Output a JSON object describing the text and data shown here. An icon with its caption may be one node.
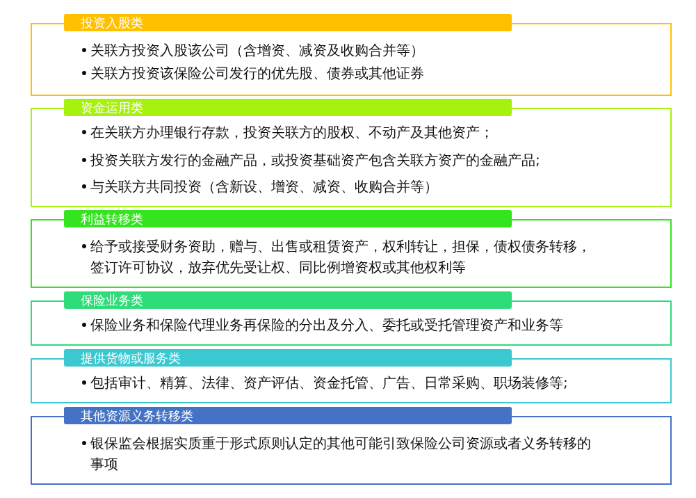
{
  "diagram": {
    "nodes": [
      {
        "text": [
          "投资入股类",
          "关联方投资入股该公司（含增资、减资及收购合并等）",
          "关联方投资该保险公司发行的优先股、债券或其他证券"
        ]
      },
      {
        "text": [
          "资金运用类",
          "在关联方办理银行存款，投资关联方的股权、不动产及其他资产；",
          "投资关联方发行的金融产品，或投资基础资产包含关联方资产的金融产品;",
          "与关联方共同投资（含新设、增资、减资、收购合并等）"
        ]
      },
      {
        "text": [
          "利益转移类",
          "给予或接受财务资助，赠与、出售或租赁资产，权利转让，担保，债权债务转移，签订许可协议，放弃优先受让权、同比例增资权或其他权利等"
        ]
      },
      {
        "text": [
          "保险业务类",
          "保险业务和保险代理业务再保险的分出及分入、委托或受托管理资产和业务等"
        ]
      },
      {
        "text": [
          "提供货物或服务类",
          "包括审计、精算、法律、资产评估、资金托管、广告、日常采购、职场装修等;"
        ]
      },
      {
        "text": [
          "其他资源义务转移类",
          "银保监会根据实质重于形式原则认定的其他可能引致保险公司资源或者义务转移的事项"
        ]
      }
    ]
  }
}
